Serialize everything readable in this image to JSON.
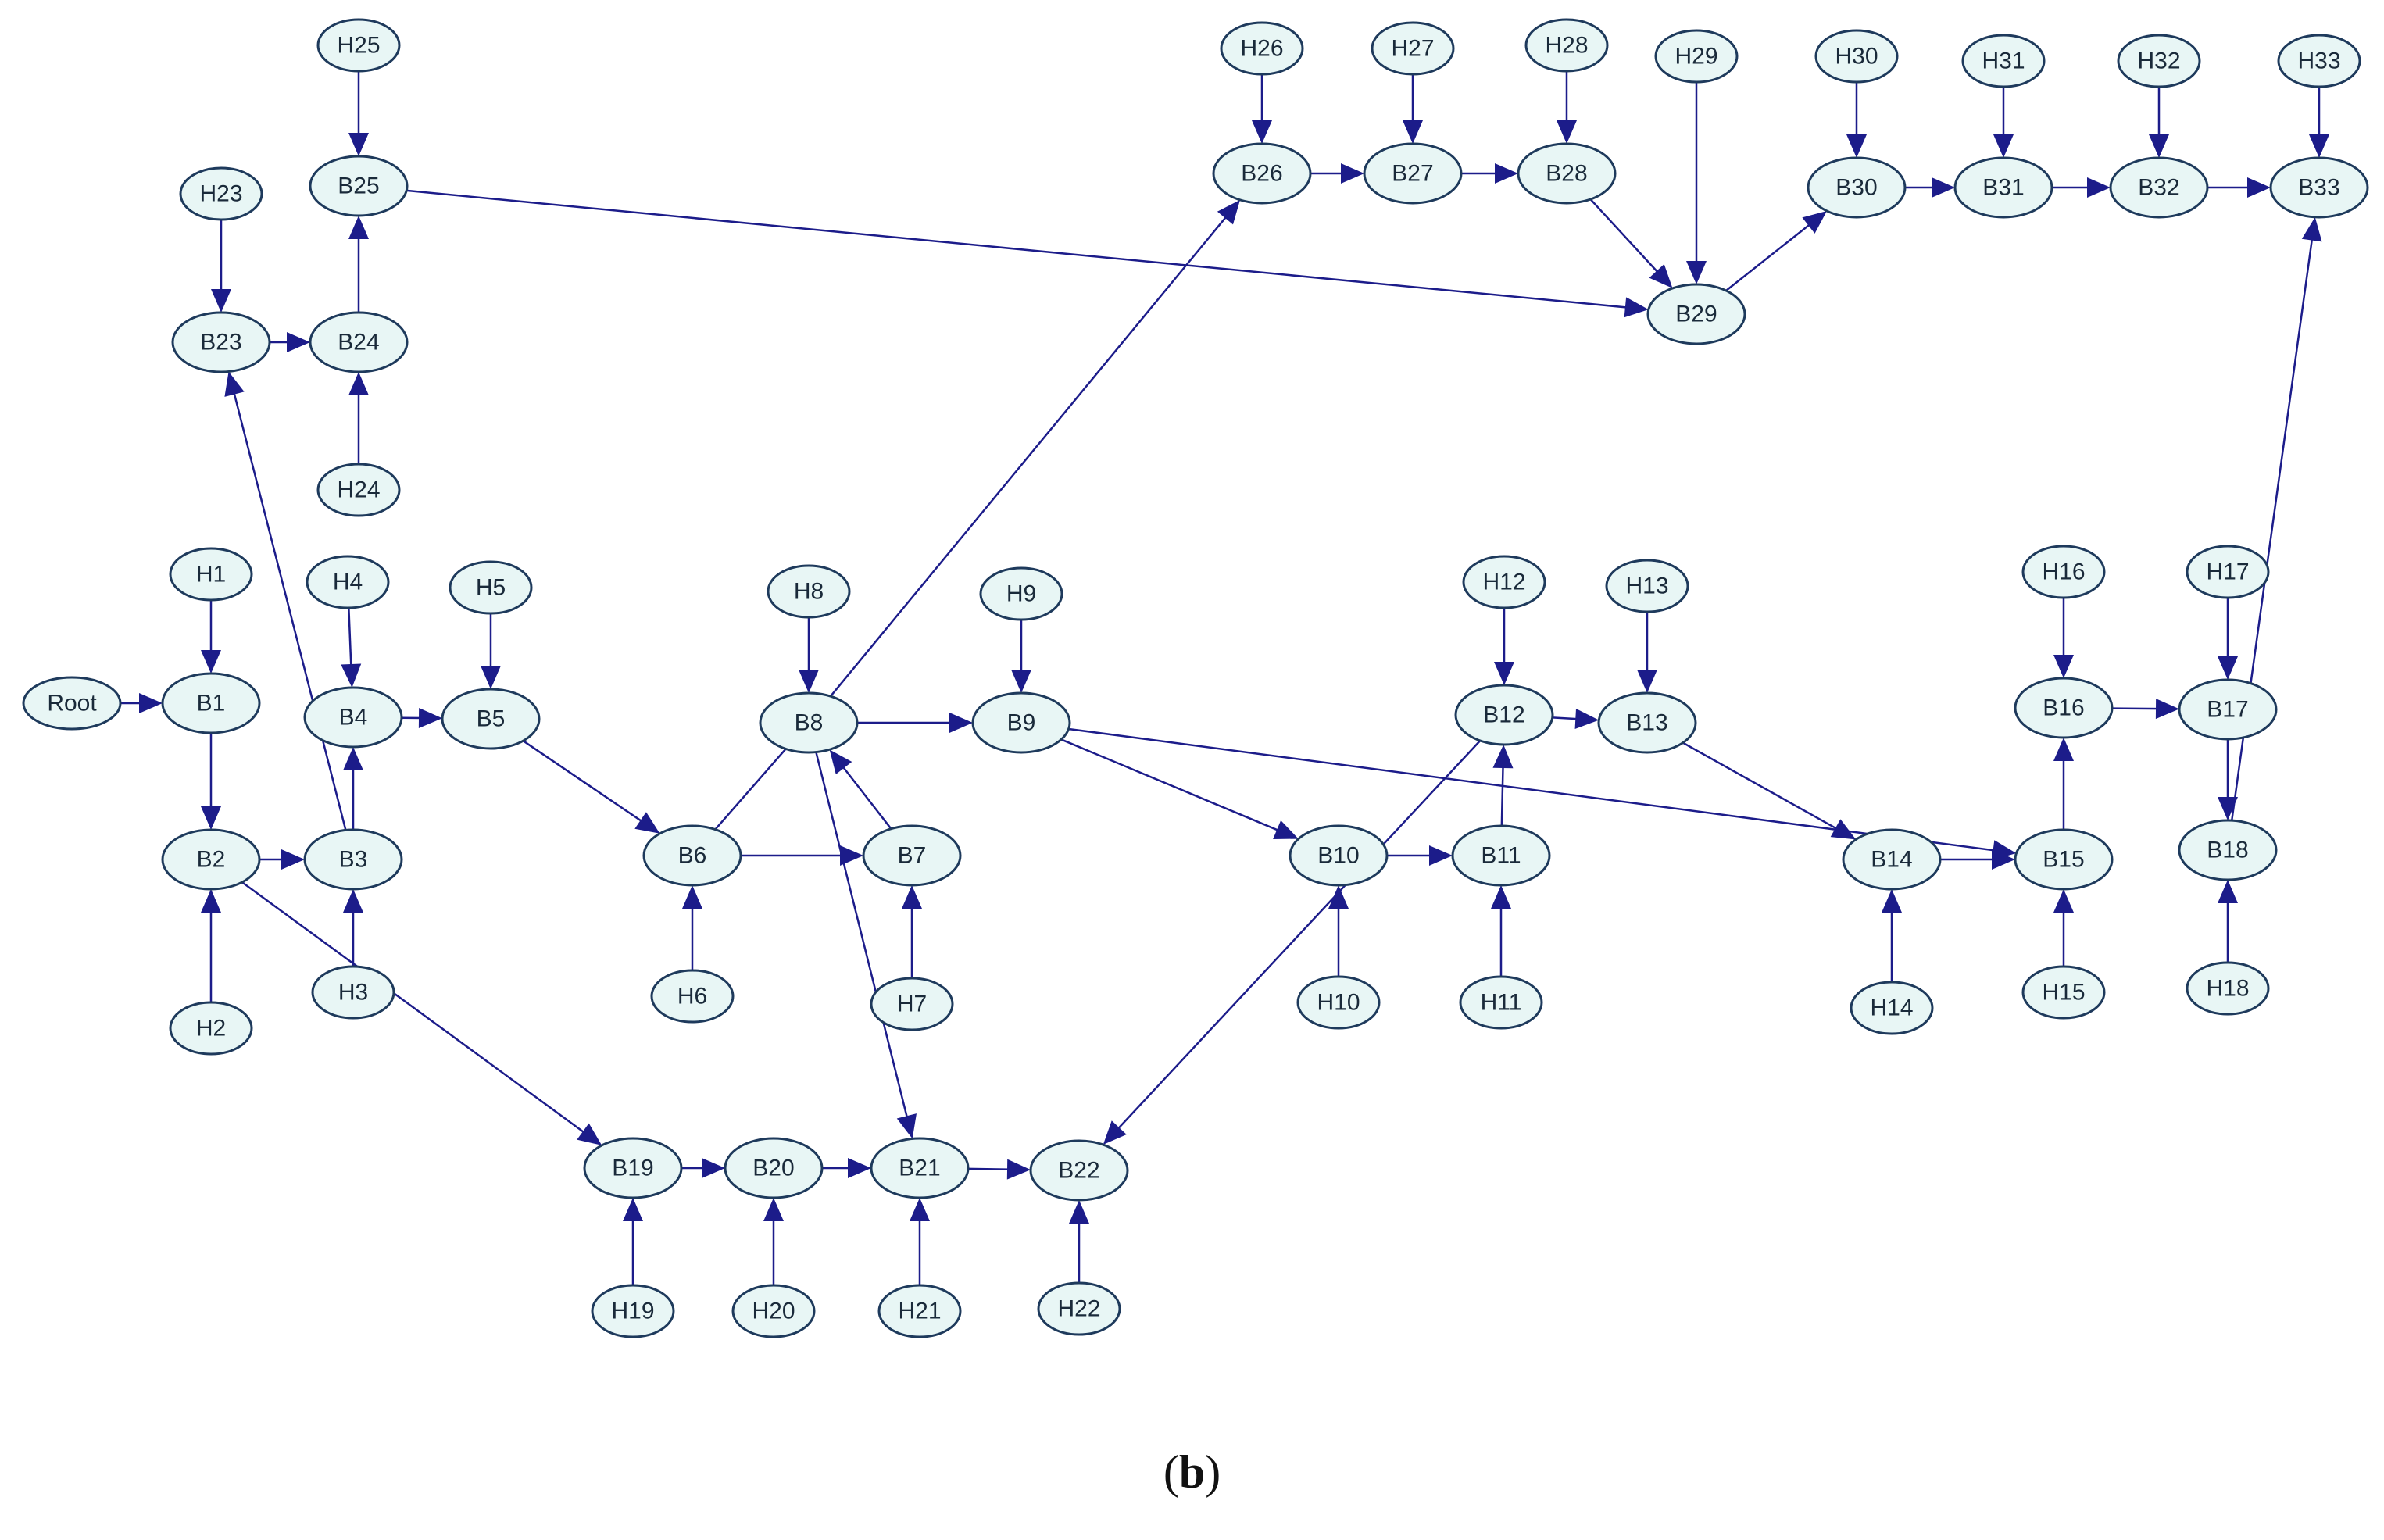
{
  "caption": {
    "open": "(",
    "letter": "b",
    "close": ")"
  },
  "colors": {
    "node_fill": "#e8f6f5",
    "node_stroke": "#1e3a5c",
    "edge": "#1c1c8a"
  },
  "nodes": [
    {
      "id": "Root",
      "label": "Root"
    },
    {
      "id": "H1",
      "label": "H1"
    },
    {
      "id": "B1",
      "label": "B1"
    },
    {
      "id": "B2",
      "label": "B2"
    },
    {
      "id": "H2",
      "label": "H2"
    },
    {
      "id": "B3",
      "label": "B3"
    },
    {
      "id": "H3",
      "label": "H3"
    },
    {
      "id": "H4",
      "label": "H4"
    },
    {
      "id": "B4",
      "label": "B4"
    },
    {
      "id": "H5",
      "label": "H5"
    },
    {
      "id": "B5",
      "label": "B5"
    },
    {
      "id": "B6",
      "label": "B6"
    },
    {
      "id": "H6",
      "label": "H6"
    },
    {
      "id": "B7",
      "label": "B7"
    },
    {
      "id": "H7",
      "label": "H7"
    },
    {
      "id": "H8",
      "label": "H8"
    },
    {
      "id": "B8",
      "label": "B8"
    },
    {
      "id": "H9",
      "label": "H9"
    },
    {
      "id": "B9",
      "label": "B9"
    },
    {
      "id": "B10",
      "label": "B10"
    },
    {
      "id": "H10",
      "label": "H10"
    },
    {
      "id": "B11",
      "label": "B11"
    },
    {
      "id": "H11",
      "label": "H11"
    },
    {
      "id": "H12",
      "label": "H12"
    },
    {
      "id": "B12",
      "label": "B12"
    },
    {
      "id": "H13",
      "label": "H13"
    },
    {
      "id": "B13",
      "label": "B13"
    },
    {
      "id": "B14",
      "label": "B14"
    },
    {
      "id": "H14",
      "label": "H14"
    },
    {
      "id": "B15",
      "label": "B15"
    },
    {
      "id": "H15",
      "label": "H15"
    },
    {
      "id": "H16",
      "label": "H16"
    },
    {
      "id": "B16",
      "label": "B16"
    },
    {
      "id": "H17",
      "label": "H17"
    },
    {
      "id": "B17",
      "label": "B17"
    },
    {
      "id": "B18",
      "label": "B18"
    },
    {
      "id": "H18",
      "label": "H18"
    },
    {
      "id": "B19",
      "label": "B19"
    },
    {
      "id": "H19",
      "label": "H19"
    },
    {
      "id": "B20",
      "label": "B20"
    },
    {
      "id": "H20",
      "label": "H20"
    },
    {
      "id": "B21",
      "label": "B21"
    },
    {
      "id": "H21",
      "label": "H21"
    },
    {
      "id": "B22",
      "label": "B22"
    },
    {
      "id": "H22",
      "label": "H22"
    },
    {
      "id": "H23",
      "label": "H23"
    },
    {
      "id": "B23",
      "label": "B23"
    },
    {
      "id": "B24",
      "label": "B24"
    },
    {
      "id": "H24",
      "label": "H24"
    },
    {
      "id": "H25",
      "label": "H25"
    },
    {
      "id": "B25",
      "label": "B25"
    },
    {
      "id": "H26",
      "label": "H26"
    },
    {
      "id": "B26",
      "label": "B26"
    },
    {
      "id": "H27",
      "label": "H27"
    },
    {
      "id": "B27",
      "label": "B27"
    },
    {
      "id": "H28",
      "label": "H28"
    },
    {
      "id": "B28",
      "label": "B28"
    },
    {
      "id": "H29",
      "label": "H29"
    },
    {
      "id": "B29",
      "label": "B29"
    },
    {
      "id": "H30",
      "label": "H30"
    },
    {
      "id": "B30",
      "label": "B30"
    },
    {
      "id": "H31",
      "label": "H31"
    },
    {
      "id": "B31",
      "label": "B31"
    },
    {
      "id": "H32",
      "label": "H32"
    },
    {
      "id": "B32",
      "label": "B32"
    },
    {
      "id": "H33",
      "label": "H33"
    },
    {
      "id": "B33",
      "label": "B33"
    }
  ],
  "edges": [
    {
      "from": "Root",
      "to": "B1",
      "arrow": true
    },
    {
      "from": "H1",
      "to": "B1",
      "arrow": true
    },
    {
      "from": "B1",
      "to": "B2",
      "arrow": true
    },
    {
      "from": "H2",
      "to": "B2",
      "arrow": true
    },
    {
      "from": "B2",
      "to": "B3",
      "arrow": true
    },
    {
      "from": "H3",
      "to": "B3",
      "arrow": true
    },
    {
      "from": "B3",
      "to": "B4",
      "arrow": true
    },
    {
      "from": "H4",
      "to": "B4",
      "arrow": true
    },
    {
      "from": "B4",
      "to": "B5",
      "arrow": true
    },
    {
      "from": "H5",
      "to": "B5",
      "arrow": true
    },
    {
      "from": "B5",
      "to": "B6",
      "arrow": true
    },
    {
      "from": "H6",
      "to": "B6",
      "arrow": true
    },
    {
      "from": "B6",
      "to": "B7",
      "arrow": true
    },
    {
      "from": "H7",
      "to": "B7",
      "arrow": true
    },
    {
      "from": "B7",
      "to": "B8",
      "arrow": true
    },
    {
      "from": "H8",
      "to": "B8",
      "arrow": true
    },
    {
      "from": "B8",
      "to": "B6",
      "arrow": false
    },
    {
      "from": "B8",
      "to": "B9",
      "arrow": true
    },
    {
      "from": "H9",
      "to": "B9",
      "arrow": true
    },
    {
      "from": "B9",
      "to": "B10",
      "arrow": true
    },
    {
      "from": "H10",
      "to": "B10",
      "arrow": true
    },
    {
      "from": "B10",
      "to": "B11",
      "arrow": true
    },
    {
      "from": "H11",
      "to": "B11",
      "arrow": true
    },
    {
      "from": "B11",
      "to": "B12",
      "arrow": true
    },
    {
      "from": "H12",
      "to": "B12",
      "arrow": true
    },
    {
      "from": "B12",
      "to": "B13",
      "arrow": true
    },
    {
      "from": "H13",
      "to": "B13",
      "arrow": true
    },
    {
      "from": "B13",
      "to": "B14",
      "arrow": true
    },
    {
      "from": "H14",
      "to": "B14",
      "arrow": true
    },
    {
      "from": "B14",
      "to": "B15",
      "arrow": true
    },
    {
      "from": "B9",
      "to": "B15",
      "arrow": true
    },
    {
      "from": "H15",
      "to": "B15",
      "arrow": true
    },
    {
      "from": "B15",
      "to": "B16",
      "arrow": true
    },
    {
      "from": "H16",
      "to": "B16",
      "arrow": true
    },
    {
      "from": "B16",
      "to": "B17",
      "arrow": true
    },
    {
      "from": "H17",
      "to": "B17",
      "arrow": true
    },
    {
      "from": "B17",
      "to": "B18",
      "arrow": true
    },
    {
      "from": "H18",
      "to": "B18",
      "arrow": true
    },
    {
      "from": "B18",
      "to": "B33",
      "arrow": true
    },
    {
      "from": "B2",
      "to": "B19",
      "arrow": true
    },
    {
      "from": "H19",
      "to": "B19",
      "arrow": true
    },
    {
      "from": "B19",
      "to": "B20",
      "arrow": true
    },
    {
      "from": "H20",
      "to": "B20",
      "arrow": true
    },
    {
      "from": "B20",
      "to": "B21",
      "arrow": true
    },
    {
      "from": "B8",
      "to": "B21",
      "arrow": true
    },
    {
      "from": "H21",
      "to": "B21",
      "arrow": true
    },
    {
      "from": "B21",
      "to": "B22",
      "arrow": true
    },
    {
      "from": "H22",
      "to": "B22",
      "arrow": true
    },
    {
      "from": "B12",
      "to": "B22",
      "arrow": true
    },
    {
      "from": "B3",
      "to": "B23",
      "arrow": true
    },
    {
      "from": "H23",
      "to": "B23",
      "arrow": true
    },
    {
      "from": "B23",
      "to": "B24",
      "arrow": true
    },
    {
      "from": "H24",
      "to": "B24",
      "arrow": true
    },
    {
      "from": "B24",
      "to": "B25",
      "arrow": true
    },
    {
      "from": "H25",
      "to": "B25",
      "arrow": true
    },
    {
      "from": "B25",
      "to": "B29",
      "arrow": true
    },
    {
      "from": "B8",
      "to": "B26",
      "arrow": true
    },
    {
      "from": "H26",
      "to": "B26",
      "arrow": true
    },
    {
      "from": "B26",
      "to": "B27",
      "arrow": true
    },
    {
      "from": "H27",
      "to": "B27",
      "arrow": true
    },
    {
      "from": "B27",
      "to": "B28",
      "arrow": true
    },
    {
      "from": "H28",
      "to": "B28",
      "arrow": true
    },
    {
      "from": "B28",
      "to": "B29",
      "arrow": true
    },
    {
      "from": "H29",
      "to": "B29",
      "arrow": true
    },
    {
      "from": "B29",
      "to": "B30",
      "arrow": true
    },
    {
      "from": "H30",
      "to": "B30",
      "arrow": true
    },
    {
      "from": "B30",
      "to": "B31",
      "arrow": true
    },
    {
      "from": "H31",
      "to": "B31",
      "arrow": true
    },
    {
      "from": "B31",
      "to": "B32",
      "arrow": true
    },
    {
      "from": "H32",
      "to": "B32",
      "arrow": true
    },
    {
      "from": "B32",
      "to": "B33",
      "arrow": true
    },
    {
      "from": "H33",
      "to": "B33",
      "arrow": true
    }
  ]
}
